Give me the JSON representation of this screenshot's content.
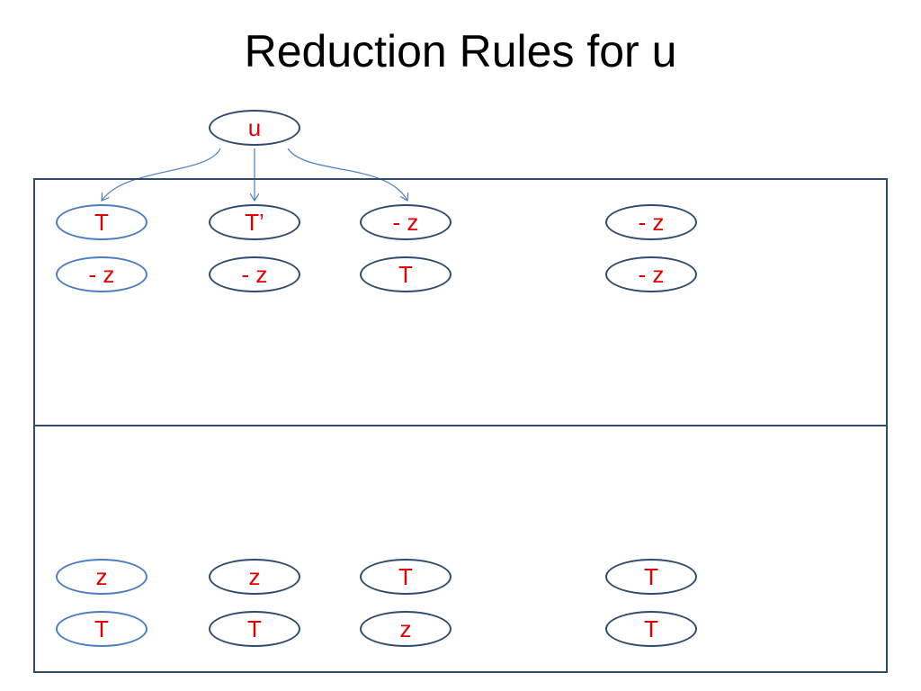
{
  "slide": {
    "title": "Reduction Rules for u"
  },
  "root": {
    "label": "u"
  },
  "top_panel": {
    "columns": [
      {
        "first": "T",
        "second": "- z"
      },
      {
        "first": "T’",
        "second": "- z"
      },
      {
        "first": "- z",
        "second": "T"
      },
      {
        "first": "- z",
        "second": "- z"
      }
    ]
  },
  "bottom_panel": {
    "columns": [
      {
        "first": "z",
        "second": "T"
      },
      {
        "first": "z",
        "second": "T"
      },
      {
        "first": "T",
        "second": "z"
      },
      {
        "first": "T",
        "second": "T"
      }
    ]
  },
  "colors": {
    "node_text": "#e00000",
    "border_dark": "#2f4b6e",
    "border_light": "#4a7ec4",
    "arrow": "#4a7ec4"
  }
}
